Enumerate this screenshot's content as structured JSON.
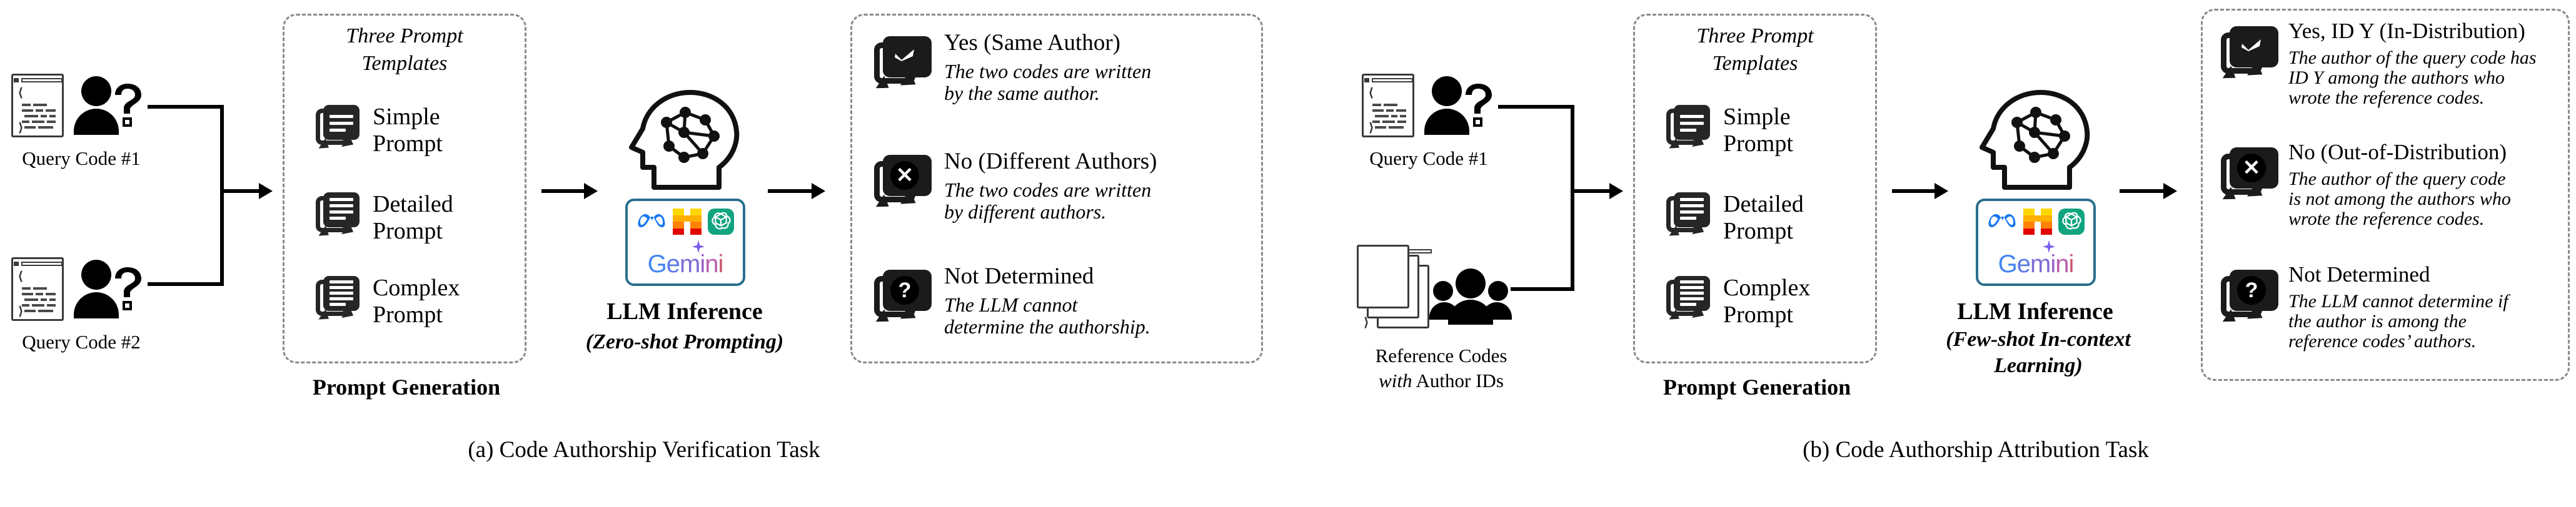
{
  "figure": {
    "panels": [
      {
        "id": "a",
        "caption": "(a) Code Authorship Verification Task",
        "inputs": [
          {
            "label": "Query Code #1",
            "icon": "code-file-icon",
            "actor_icon": "person-question-icon"
          },
          {
            "label": "Query Code #2",
            "icon": "code-file-icon",
            "actor_icon": "person-question-icon"
          }
        ],
        "prompt_box": {
          "heading_line1": "Three Prompt",
          "heading_line2": "Templates",
          "caption": "Prompt Generation",
          "templates": [
            {
              "line1": "Simple",
              "line2": "Prompt",
              "icon": "speech-bubble-icon",
              "lines": 2
            },
            {
              "line1": "Detailed",
              "line2": "Prompt",
              "icon": "speech-bubble-icon",
              "lines": 4
            },
            {
              "line1": "Complex",
              "line2": "Prompt",
              "icon": "speech-bubble-icon",
              "lines": 5
            }
          ]
        },
        "inference": {
          "icon": "brain-head-icon",
          "title": "LLM Inference",
          "subtitle": "(Zero-shot Prompting)",
          "models": [
            "meta-logo",
            "mistral-logo",
            "openai-logo"
          ],
          "gemini_label": "Gemini"
        },
        "results": [
          {
            "icon": "check-bubble-icon",
            "title": "Yes (Same Author)",
            "desc_lines": [
              "The two codes are written",
              "by the same author."
            ]
          },
          {
            "icon": "cross-bubble-icon",
            "title": "No (Different Authors)",
            "desc_lines": [
              "The two codes are written",
              "by different authors."
            ]
          },
          {
            "icon": "question-bubble-icon",
            "title": "Not Determined",
            "desc_lines": [
              "The LLM cannot",
              "determine the authorship."
            ]
          }
        ]
      },
      {
        "id": "b",
        "caption": "(b) Code Authorship Attribution Task",
        "inputs": [
          {
            "label": "Query Code #1",
            "icon": "code-file-icon",
            "actor_icon": "person-question-icon"
          },
          {
            "label_line1": "Reference Codes",
            "label_line2_italic": "with",
            "label_line2_rest": " Author IDs",
            "icon": "code-file-stack-icon",
            "actor_icon": "people-group-icon"
          }
        ],
        "prompt_box": {
          "heading_line1": "Three Prompt",
          "heading_line2": "Templates",
          "caption": "Prompt Generation",
          "templates": [
            {
              "line1": "Simple",
              "line2": "Prompt",
              "icon": "speech-bubble-icon",
              "lines": 2
            },
            {
              "line1": "Detailed",
              "line2": "Prompt",
              "icon": "speech-bubble-icon",
              "lines": 4
            },
            {
              "line1": "Complex",
              "line2": "Prompt",
              "icon": "speech-bubble-icon",
              "lines": 5
            }
          ]
        },
        "inference": {
          "icon": "brain-head-icon",
          "title": "LLM Inference",
          "subtitle_line1": "(Few-shot In-context",
          "subtitle_line2": "Learning)",
          "models": [
            "meta-logo",
            "mistral-logo",
            "openai-logo"
          ],
          "gemini_label": "Gemini"
        },
        "results": [
          {
            "icon": "check-bubble-icon",
            "title": "Yes, ID Y (In-Distribution)",
            "desc_lines": [
              "The author of the query code has",
              "ID Y among the authors who",
              "wrote the reference codes."
            ]
          },
          {
            "icon": "cross-bubble-icon",
            "title": "No (Out-of-Distribution)",
            "desc_lines": [
              "The author of the query code",
              "is not among the authors who",
              "wrote the reference codes."
            ]
          },
          {
            "icon": "question-bubble-icon",
            "title": "Not Determined",
            "desc_lines": [
              "The LLM cannot determine if",
              "the author is among the",
              "reference codes’ authors."
            ]
          }
        ]
      }
    ]
  },
  "colors": {
    "dashed_border": "#8a8a8a",
    "llm_card_border": "#2a6f8e",
    "bubble_dark": "#1b1b1b",
    "meta_blue": "#1877f2",
    "openai_green": "#10a37f",
    "mistral_orange": "#ff7000",
    "gemini_blue": "#4285f4"
  }
}
